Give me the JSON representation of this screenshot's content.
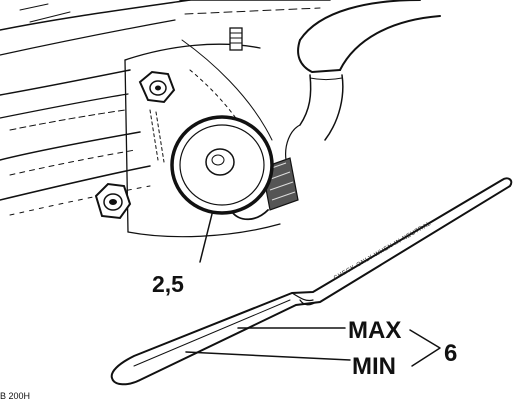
{
  "callouts": {
    "part_a": "2,5",
    "max": "MAX",
    "min": "MIN",
    "part_b": "6"
  },
  "dipstick_text": "CHECK ONLY WHEN IN NEUTRAL",
  "figure_code": "B 200H"
}
